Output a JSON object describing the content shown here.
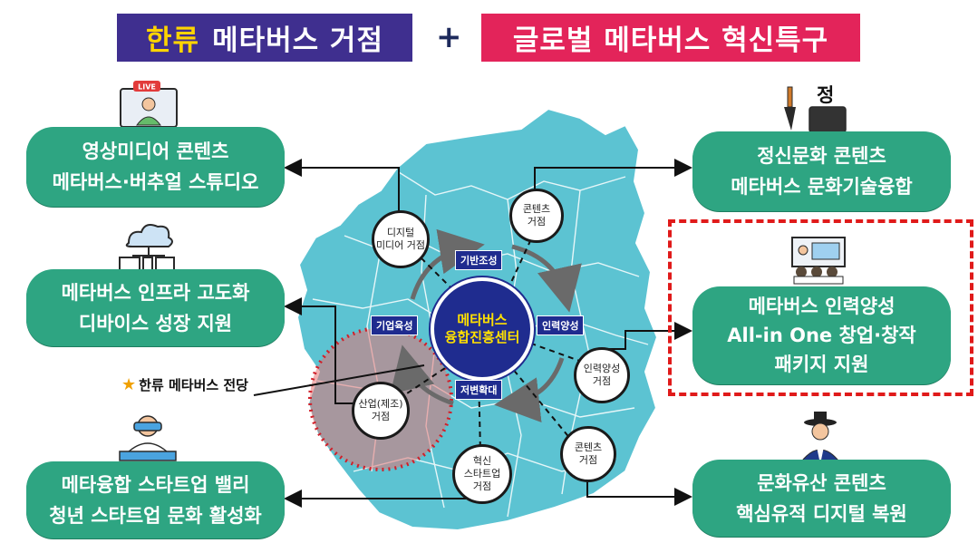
{
  "titles": {
    "left_highlight": "한류",
    "left_rest": "메타버스 거점",
    "plus": "+",
    "right": "글로벌 메타버스 혁신특구"
  },
  "boxes": {
    "media": {
      "line1": "영상미디어 콘텐츠",
      "line2": "메타버스·버추얼 스튜디오"
    },
    "infra": {
      "line1": "메타버스 인프라 고도화",
      "line2": "디바이스 성장 지원"
    },
    "startup": {
      "line1": "메타융합 스타트업 밸리",
      "line2": "청년 스타트업 문화 활성화"
    },
    "spirit": {
      "line1": "정신문화 콘텐츠",
      "line2": "메타버스 문화기술융합"
    },
    "talent": {
      "line1": "메타버스 인력양성",
      "line2": "All-in One 창업·창작",
      "line3": "패키지 지원"
    },
    "heritage": {
      "line1": "문화유산 콘텐츠",
      "line2": "핵심유적 디지털 복원"
    }
  },
  "center": {
    "line1": "메타버스",
    "line2": "융합진흥센터"
  },
  "tags": {
    "base": "기반조성",
    "industry": "기업육성",
    "talent": "인력양성",
    "expand": "저변확대"
  },
  "nodes": {
    "digital": {
      "line1": "디지털",
      "line2": "미디어 거점"
    },
    "content_top": {
      "line1": "콘텐츠",
      "line2": "거점"
    },
    "talent_node": {
      "line1": "인력양성",
      "line2": "거점"
    },
    "industry_node": {
      "line1": "산업(제조)",
      "line2": "거점"
    },
    "startup_node": {
      "line1": "혁신",
      "line2": "스타트업",
      "line3": "거점"
    },
    "content_bottom": {
      "line1": "콘텐츠",
      "line2": "거점"
    }
  },
  "hall_label": "한류 메타버스 전당",
  "icons": {
    "live": "LIVE",
    "jeong": "정"
  },
  "colors": {
    "title_left": "#3f2f8f",
    "title_right": "#e3245a",
    "highlight": "#ffd400",
    "box": "#2ea582",
    "map": "#5cc3d2",
    "center": "#1f2c8f",
    "dash": "#e01a1a"
  }
}
